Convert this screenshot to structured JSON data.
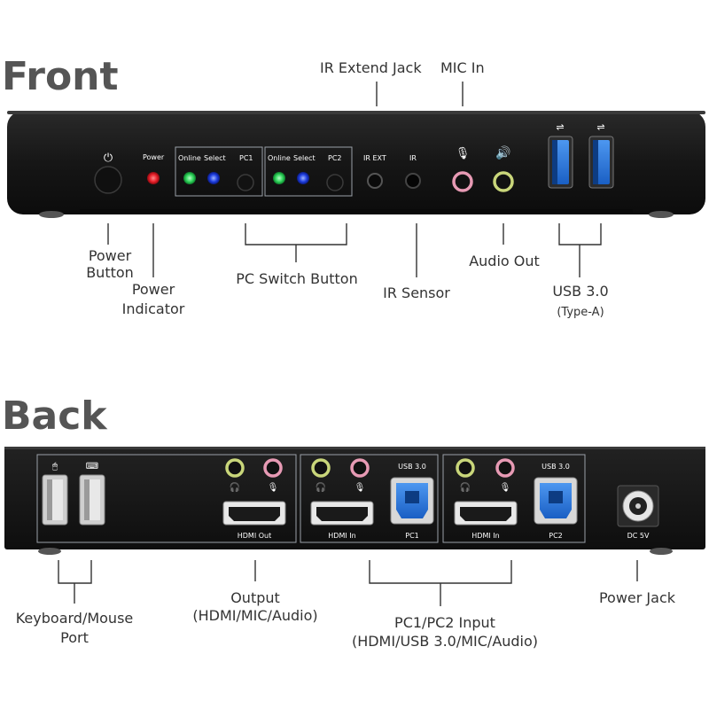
{
  "front": {
    "heading": "Front",
    "panel_labels": {
      "power": "Power",
      "online_1": "Online",
      "select_1": "Select",
      "pc1": "PC1",
      "online_2": "Online",
      "select_2": "Select",
      "pc2": "PC2",
      "ir_ext": "IR EXT",
      "ir": "IR"
    },
    "callouts": {
      "ir_extend_jack": "IR Extend Jack",
      "mic_in": "MIC In",
      "power_button_1": "Power",
      "power_button_2": "Button",
      "power_indicator_1": "Power",
      "power_indicator_2": "Indicator",
      "pc_switch_button": "PC Switch Button",
      "ir_sensor": "IR Sensor",
      "audio_out": "Audio Out",
      "usb30": "USB 3.0",
      "usb30_type": "(Type-A)"
    }
  },
  "back": {
    "heading": "Back",
    "panel_labels": {
      "hdmi_out": "HDMI Out",
      "hdmi_in_1": "HDMI In",
      "usb30_1": "USB 3.0",
      "pc1": "PC1",
      "hdmi_in_2": "HDMI In",
      "usb30_2": "USB 3.0",
      "pc2": "PC2",
      "dc5v": "DC 5V"
    },
    "callouts": {
      "kbm_port_1": "Keyboard/Mouse",
      "kbm_port_2": "Port",
      "output_1": "Output",
      "output_2": "(HDMI/MIC/Audio)",
      "input_1": "PC1/PC2 Input",
      "input_2": "(HDMI/USB 3.0/MIC/Audio)",
      "power_jack": "Power Jack"
    }
  },
  "colors": {
    "chassis": "#1c1c1c",
    "led_red": "#e8202a",
    "led_green": "#2fd35a",
    "led_blue": "#1f3fe0",
    "usb_blue": "#1e6fd9",
    "jack_green": "#c9d67a",
    "jack_pink": "#e79ab4"
  }
}
